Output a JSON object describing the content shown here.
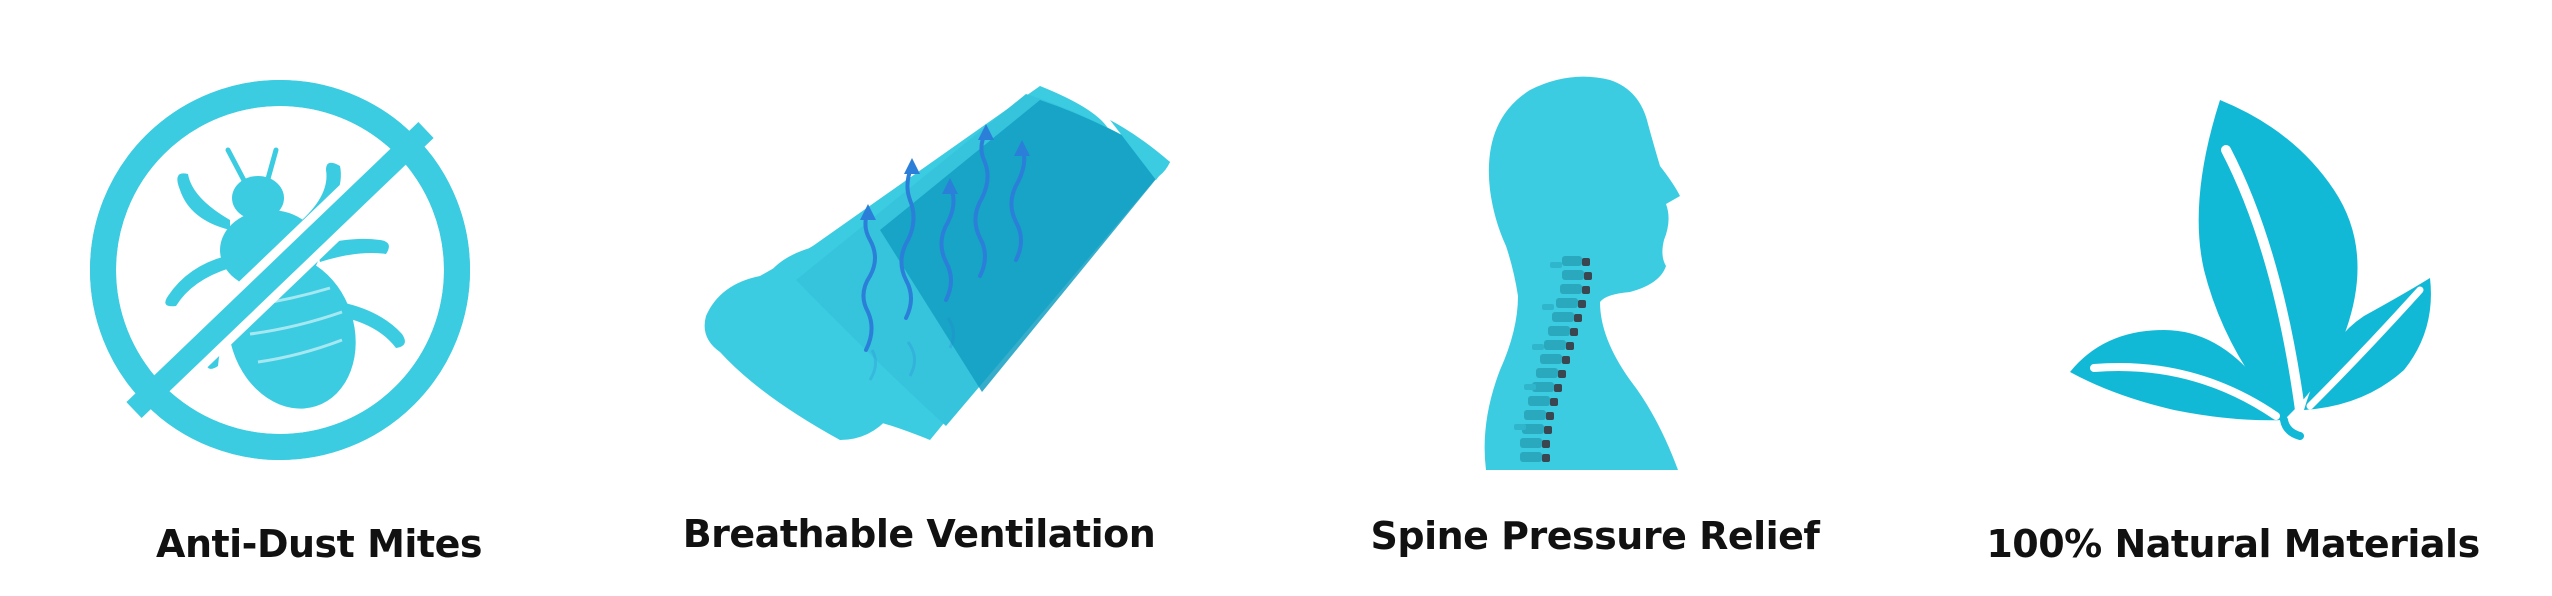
{
  "colors": {
    "accent": "#3BCCE1",
    "accent_dark": "#129FC2",
    "arrow_blue": "#2B7FD9",
    "spine_dark": "#3A4650",
    "text": "#111111",
    "background": "#FFFFFF"
  },
  "features": [
    {
      "icon": "no-bug-icon",
      "label": "Anti-Dust Mites"
    },
    {
      "icon": "ventilated-pillow-icon",
      "label": "Breathable Ventilation"
    },
    {
      "icon": "spine-profile-icon",
      "label": "Spine Pressure Relief"
    },
    {
      "icon": "leaves-icon",
      "label": "100% Natural Materials"
    }
  ]
}
